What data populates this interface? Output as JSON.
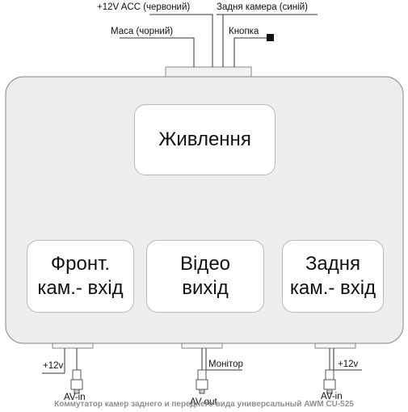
{
  "labels": {
    "acc": "+12V ACC (червоний)",
    "rear_cam": "Задня камера (синій)",
    "ground": "Маса (чорний)",
    "button": "Кнопка"
  },
  "blocks": {
    "power": "Живлення",
    "front_line1": "Фронт.",
    "front_line2": "кам.- вхід",
    "video_line1": "Відео",
    "video_line2": "вихід",
    "rear_line1": "Задня",
    "rear_line2": "кам.- вхід"
  },
  "ports": {
    "left_power": "+12v",
    "left_connector": "AV-in",
    "monitor": "Монітор",
    "center_connector": "AV-out",
    "right_power": "+12v",
    "right_connector": "AV-in"
  },
  "caption": "Коммутатор камер заднего и переднего вида универсальный AWM CU-525",
  "colors": {
    "device_fill": "#ededed",
    "device_border": "#9a9a9a",
    "caption": "#8f8f8f"
  }
}
